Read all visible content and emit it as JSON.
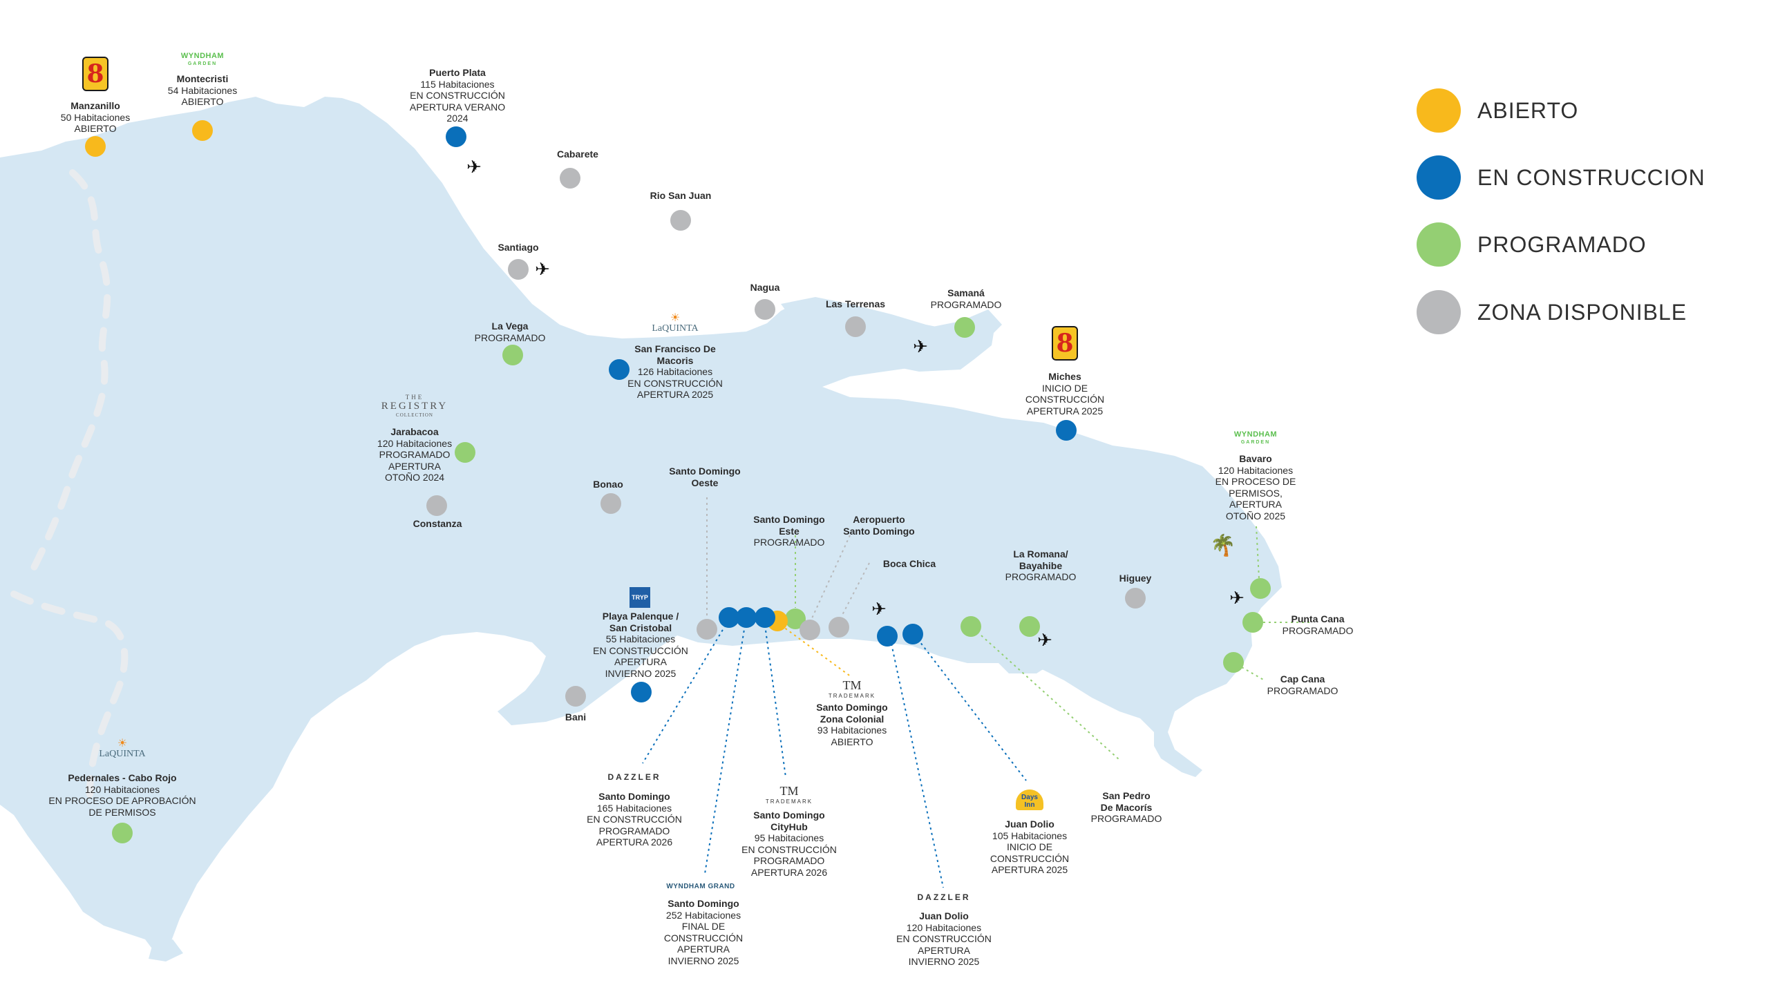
{
  "colors": {
    "abierto": "#f8b91c",
    "en_construccion": "#0a6fba",
    "programado": "#94cf73",
    "zona_disponible": "#b8b9bb",
    "land": "#d5e7f3"
  },
  "legend": [
    {
      "label": "ABIERTO",
      "status": "abierto"
    },
    {
      "label": "EN CONSTRUCCION",
      "status": "en_construccion"
    },
    {
      "label": "PROGRAMADO",
      "status": "programado"
    },
    {
      "label": "ZONA DISPONIBLE",
      "status": "zona_disponible"
    }
  ],
  "brands": {
    "super8": "8",
    "wyndham_garden": "WYNDHAM",
    "wyndham_garden_sub": "GARDEN",
    "laquinta": "LaQUINTA",
    "registry_top": "THE",
    "registry": "REGISTRY",
    "registry_sub": "COLLECTION",
    "trademark": "TM",
    "trademark_sub": "TRADEMARK",
    "dazzler": "DAZZLER",
    "wyndham_grand": "WYNDHAM GRAND",
    "tryp": "TRYP",
    "days_inn": "Days Inn"
  },
  "locations": [
    {
      "id": "manzanillo",
      "status": "abierto",
      "name": "Manzanillo",
      "lines": [
        "50 Habitaciones",
        "ABIERTO"
      ]
    },
    {
      "id": "montecristi",
      "status": "abierto",
      "name": "Montecristi",
      "lines": [
        "54 Habitaciones",
        "ABIERTO"
      ]
    },
    {
      "id": "puerto-plata",
      "status": "en_construccion",
      "name": "Puerto Plata",
      "lines": [
        "115 Habitaciones",
        "EN CONSTRUCCIÓN",
        "APERTURA VERANO",
        "2024"
      ]
    },
    {
      "id": "cabarete",
      "status": "zona_disponible",
      "name": "Cabarete",
      "lines": []
    },
    {
      "id": "rio-san-juan",
      "status": "zona_disponible",
      "name": "Rio San Juan",
      "lines": []
    },
    {
      "id": "santiago",
      "status": "zona_disponible",
      "name": "Santiago",
      "lines": []
    },
    {
      "id": "nagua",
      "status": "zona_disponible",
      "name": "Nagua",
      "lines": []
    },
    {
      "id": "las-terrenas",
      "status": "zona_disponible",
      "name": "Las Terrenas",
      "lines": []
    },
    {
      "id": "samana",
      "status": "programado",
      "name": "Samaná",
      "lines": [
        "PROGRAMADO"
      ]
    },
    {
      "id": "la-vega",
      "status": "programado",
      "name": "La Vega",
      "lines": [
        "PROGRAMADO"
      ]
    },
    {
      "id": "sf-macoris",
      "status": "en_construccion",
      "name": "San Francisco De\nMacoris",
      "lines": [
        "126 Habitaciones",
        "EN CONSTRUCCIÓN",
        "APERTURA 2025"
      ]
    },
    {
      "id": "miches",
      "status": "en_construccion",
      "name": "Miches",
      "lines": [
        "INICIO DE",
        "CONSTRUCCIÓN",
        "APERTURA 2025"
      ]
    },
    {
      "id": "jarabacoa",
      "status": "programado",
      "name": "Jarabacoa",
      "lines": [
        "120 Habitaciones",
        "PROGRAMADO",
        "APERTURA",
        "OTOÑO 2024"
      ]
    },
    {
      "id": "constanza",
      "status": "zona_disponible",
      "name": "Constanza",
      "lines": []
    },
    {
      "id": "bonao",
      "status": "zona_disponible",
      "name": "Bonao",
      "lines": []
    },
    {
      "id": "sd-oeste",
      "status": "zona_disponible",
      "name": "Santo Domingo\nOeste",
      "lines": []
    },
    {
      "id": "bavaro",
      "status": "programado",
      "name": "Bavaro",
      "lines": [
        "120 Habitaciones",
        "EN PROCESO DE",
        "PERMISOS,",
        "APERTURA",
        "OTOÑO 2025"
      ]
    },
    {
      "id": "sd-este",
      "status": "programado",
      "name": "Santo Domingo\nEste",
      "lines": [
        "PROGRAMADO"
      ]
    },
    {
      "id": "aeropuerto",
      "status": "zona_disponible",
      "name": "Aeropuerto\nSanto Domingo",
      "lines": []
    },
    {
      "id": "boca-chica",
      "status": "zona_disponible",
      "name": "Boca Chica",
      "lines": []
    },
    {
      "id": "la-romana",
      "status": "programado",
      "name": "La Romana/\nBayahibe",
      "lines": [
        "PROGRAMADO"
      ]
    },
    {
      "id": "higuey",
      "status": "zona_disponible",
      "name": "Higuey",
      "lines": []
    },
    {
      "id": "punta-cana",
      "status": "programado",
      "name": "Punta Cana",
      "lines": [
        "PROGRAMADO"
      ]
    },
    {
      "id": "cap-cana",
      "status": "programado",
      "name": "Cap Cana",
      "lines": [
        "PROGRAMADO"
      ]
    },
    {
      "id": "palenque",
      "status": "en_construccion",
      "name": "Playa Palenque /\nSan Cristobal",
      "lines": [
        "55 Habitaciones",
        "EN CONSTRUCCIÓN",
        "APERTURA",
        "INVIERNO 2025"
      ]
    },
    {
      "id": "bani",
      "status": "zona_disponible",
      "name": "Bani",
      "lines": []
    },
    {
      "id": "sd-colonial",
      "status": "abierto",
      "name": "Santo Domingo\nZona Colonial",
      "lines": [
        "93 Habitaciones",
        "ABIERTO"
      ]
    },
    {
      "id": "pedernales",
      "status": "programado",
      "name": "Pedernales - Cabo Rojo",
      "lines": [
        "120 Habitaciones",
        "EN PROCESO DE APROBACIÓN",
        "DE PERMISOS"
      ]
    },
    {
      "id": "sd-dazzler",
      "status": "en_construccion",
      "name": "Santo Domingo",
      "lines": [
        "165 Habitaciones",
        "EN CONSTRUCCIÓN",
        "PROGRAMADO",
        "APERTURA 2026"
      ]
    },
    {
      "id": "sd-cityhub",
      "status": "en_construccion",
      "name": "Santo Domingo\nCityHub",
      "lines": [
        "95 Habitaciones",
        "EN CONSTRUCCIÓN",
        "PROGRAMADO",
        "APERTURA 2026"
      ]
    },
    {
      "id": "sd-grand",
      "status": "en_construccion",
      "name": "Santo Domingo",
      "lines": [
        "252 Habitaciones",
        "FINAL DE",
        "CONSTRUCCIÓN",
        "APERTURA",
        "INVIERNO 2025"
      ]
    },
    {
      "id": "juan-dolio-days",
      "status": "en_construccion",
      "name": "Juan Dolio",
      "lines": [
        "105 Habitaciones",
        "INICIO DE",
        "CONSTRUCCIÓN",
        "APERTURA 2025"
      ]
    },
    {
      "id": "juan-dolio-dazzler",
      "status": "en_construccion",
      "name": "Juan Dolio",
      "lines": [
        "120 Habitaciones",
        "EN CONSTRUCCIÓN",
        "APERTURA",
        "INVIERNO 2025"
      ]
    },
    {
      "id": "san-pedro",
      "status": "programado",
      "name": "San Pedro\nDe Macorís",
      "lines": [
        "PROGRAMADO"
      ]
    }
  ]
}
